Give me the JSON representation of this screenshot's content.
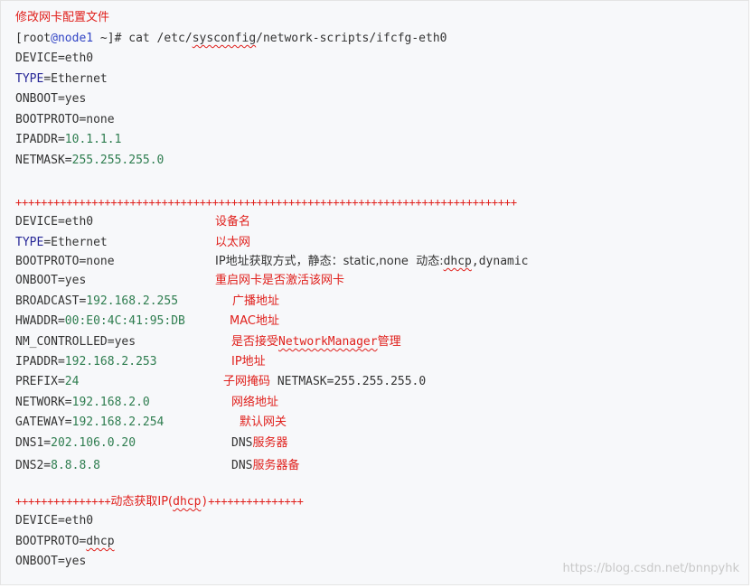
{
  "title": "修改网卡配置文件",
  "prompt": {
    "open": "[root",
    "at": "@node1",
    "tail": " ~]#",
    "cmd_pre": " cat /etc/",
    "cmd_wavy": "sysconfig",
    "cmd_post": "/network-scripts/ifcfg-eth0"
  },
  "block1": {
    "device": "DEVICE=eth0",
    "type_key": "TYPE",
    "type_val": "=Ethernet",
    "onboot": "ONBOOT=yes",
    "bootproto": "BOOTPROTO=none",
    "ipaddr_key": "IPADDR=",
    "ipaddr_val": "10.1.1.1",
    "netmask_key": "NETMASK=",
    "netmask_val": "255.255.255.0"
  },
  "separator1": "+++++++++++++++++++++++++++++++++++++++++++++++++++++++++++++++++++++++++++++++",
  "block2": {
    "device": "DEVICE=eth0",
    "device_note": "设备名",
    "type_key": "TYPE",
    "type_val": "=Ethernet",
    "type_note": "以太网",
    "bootproto": "BOOTPROTO=none",
    "bootproto_note_a": "IP地址获取方式，静态：static,none  动态:",
    "bootproto_note_wavy": "dhcp",
    "bootproto_note_b": ",dynamic",
    "onboot": "ONBOOT=yes",
    "onboot_note": "重启网卡是否激活该网卡",
    "broadcast_key": "BROADCAST=",
    "broadcast_val": "192.168.2.255",
    "broadcast_note": "广播地址",
    "hwaddr_key": "HWADDR=",
    "hwaddr_val": "00:E0:4C:41:95:DB",
    "hwaddr_note": "MAC地址",
    "nm": "NM_CONTROLLED=yes",
    "nm_note_a": "是否接受",
    "nm_note_wavy": "NetworkManager",
    "nm_note_b": "管理",
    "ipaddr_key": "IPADDR=",
    "ipaddr_val": "192.168.2.253",
    "ipaddr_note": "IP地址",
    "prefix_key": "PREFIX=",
    "prefix_val": "24",
    "prefix_note_a": "子网掩码",
    "prefix_note_b": " NETMASK=255.255.255.0",
    "network_key": "NETWORK=",
    "network_val": "192.168.2.0",
    "network_note": "网络地址",
    "gateway_key": "GATEWAY=",
    "gateway_val": "192.168.2.254",
    "gateway_note": "默认网关",
    "dns1_key": "DNS1=",
    "dns1_val": "202.106.0.20",
    "dns1_note_a": "DNS",
    "dns1_note_b": "服务器",
    "dns2_key": "DNS2=",
    "dns2_val": "8.8.8.8",
    "dns2_note_a": "DNS",
    "dns2_note_b": "服务器备"
  },
  "separator2": {
    "left": "+++++++++++++++",
    "label_a": "动态获取IP(",
    "label_wavy": "dhcp",
    "label_b": ")",
    "right": "+++++++++++++++"
  },
  "block3": {
    "device": "DEVICE=eth0",
    "bootproto_key": "BOOTPROTO=",
    "bootproto_wavy": "dhcp",
    "onboot": "ONBOOT=yes"
  },
  "watermark": "https://blog.csdn.net/bnnpyhk"
}
